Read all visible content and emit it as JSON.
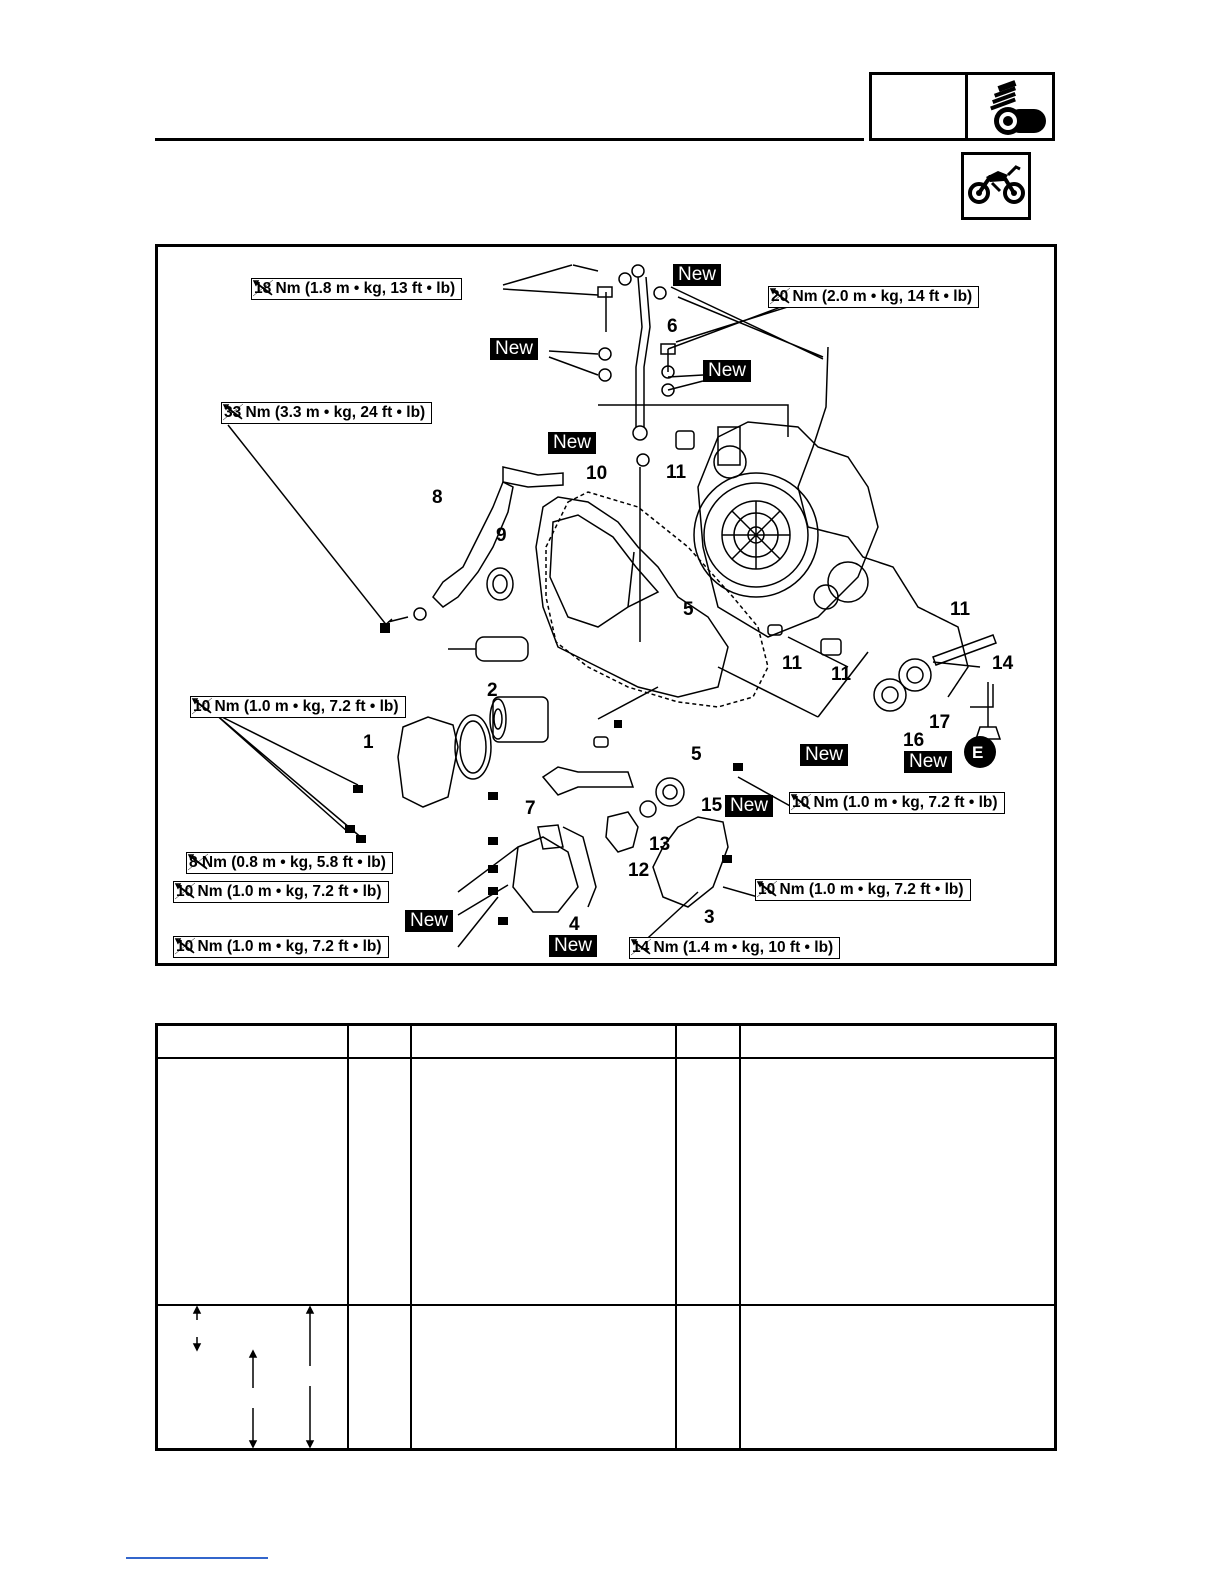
{
  "header": {
    "icons": [
      "engine-icon",
      "motorcycle-icon"
    ]
  },
  "diagram": {
    "torque_specs": [
      {
        "id": "t18",
        "text": "18 Nm (1.8 m • kg, 13 ft • lb)"
      },
      {
        "id": "t20",
        "text": "20 Nm (2.0 m • kg, 14 ft • lb)"
      },
      {
        "id": "t33",
        "text": "33 Nm (3.3 m • kg, 24 ft • lb)"
      },
      {
        "id": "t10a",
        "text": "10 Nm (1.0 m • kg, 7.2 ft • lb)"
      },
      {
        "id": "t10b",
        "text": "10 Nm (1.0 m • kg, 7.2 ft • lb)"
      },
      {
        "id": "t8",
        "text": "8 Nm (0.8 m • kg, 5.8 ft • lb)"
      },
      {
        "id": "t10c",
        "text": "10 Nm (1.0 m • kg, 7.2 ft • lb)"
      },
      {
        "id": "t10d",
        "text": "10 Nm (1.0 m • kg, 7.2 ft • lb)"
      },
      {
        "id": "t10e",
        "text": "10 Nm (1.0 m • kg, 7.2 ft • lb)"
      },
      {
        "id": "t14",
        "text": "14 Nm (1.4 m • kg, 10 ft • lb)"
      }
    ],
    "new_label": "New",
    "part_numbers": [
      "1",
      "2",
      "3",
      "4",
      "5",
      "5",
      "6",
      "7",
      "8",
      "9",
      "10",
      "11",
      "11",
      "11",
      "11",
      "12",
      "13",
      "14",
      "15",
      "16",
      "17"
    ],
    "lubricant_symbol": "E"
  },
  "table": {
    "headers": [
      "",
      "",
      "",
      "",
      ""
    ]
  }
}
